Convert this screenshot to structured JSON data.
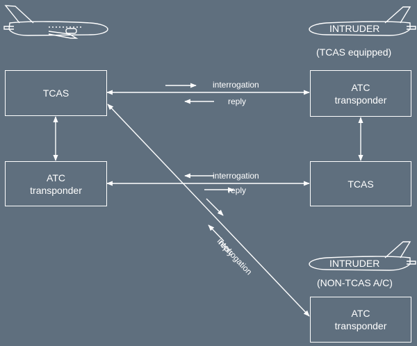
{
  "colors": {
    "background": "#5f6f7e",
    "line": "#ffffff"
  },
  "own": {
    "tcas": "TCAS",
    "transponder": [
      "ATC",
      "transponder"
    ]
  },
  "intruder1": {
    "name": "INTRUDER",
    "caption": "(TCAS equipped)",
    "transponder": [
      "ATC",
      "transponder"
    ],
    "tcas": "TCAS"
  },
  "intruder2": {
    "name": "INTRUDER",
    "caption": "(NON-TCAS A/C)",
    "transponder": [
      "ATC",
      "transponder"
    ]
  },
  "links": {
    "upper_interrogation": "interrogation",
    "upper_reply": "reply",
    "lower_interrogation": "interrogation",
    "lower_reply": "reply",
    "diag_interrogation": "interrogation",
    "diag_reply": "reply"
  },
  "icons": {
    "own_aircraft": "airplane-icon",
    "intruder_aircraft_1": "airplane-icon",
    "intruder_aircraft_2": "airplane-icon"
  }
}
